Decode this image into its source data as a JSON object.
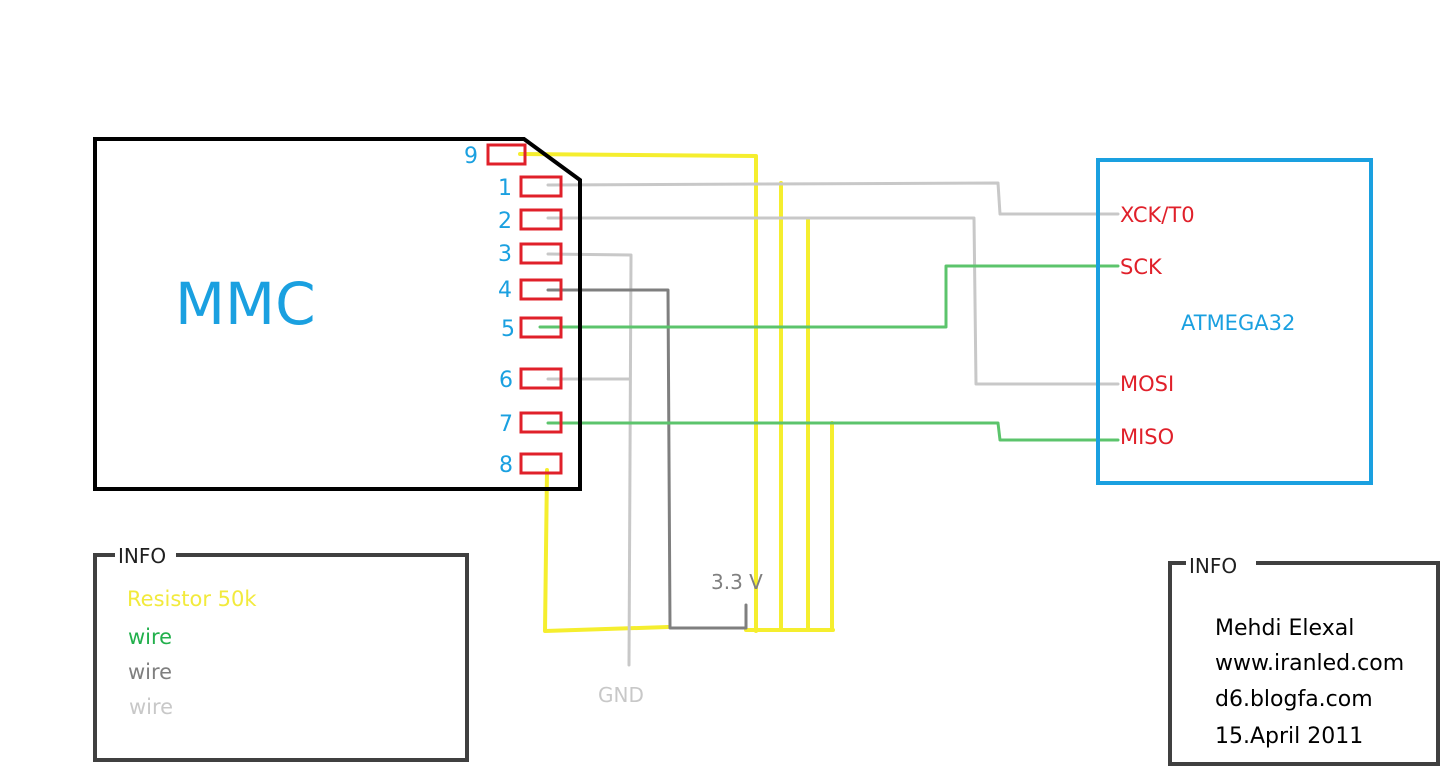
{
  "mmc": {
    "title": "MMC",
    "pins": [
      "9",
      "1",
      "2",
      "3",
      "4",
      "5",
      "6",
      "7",
      "8"
    ]
  },
  "mcu": {
    "title": "ATMEGA32",
    "pins": [
      "XCK/T0",
      "SCK",
      "MOSI",
      "MISO"
    ]
  },
  "labels": {
    "vcc": "3.3 V",
    "gnd": "GND"
  },
  "legend": {
    "title": "INFO",
    "items": [
      {
        "text": "Resistor 50k",
        "color": "#f2ea3c"
      },
      {
        "text": "wire",
        "color": "#22b04c"
      },
      {
        "text": "wire",
        "color": "#7f7f7f"
      },
      {
        "text": "wire",
        "color": "#c8c8c8"
      }
    ]
  },
  "credits": {
    "title": "INFO",
    "lines": [
      "Mehdi Elexal",
      "www.iranled.com",
      "d6.blogfa.com",
      "15.April 2011"
    ]
  },
  "colors": {
    "yellow": "#f5ee2e",
    "green": "#5cc46c",
    "dark_gray": "#7f7f7f",
    "light_gray": "#c8c8c8",
    "pin_red": "#e0202a",
    "label_red": "#e0202a",
    "blue": "#1aa0e0"
  }
}
